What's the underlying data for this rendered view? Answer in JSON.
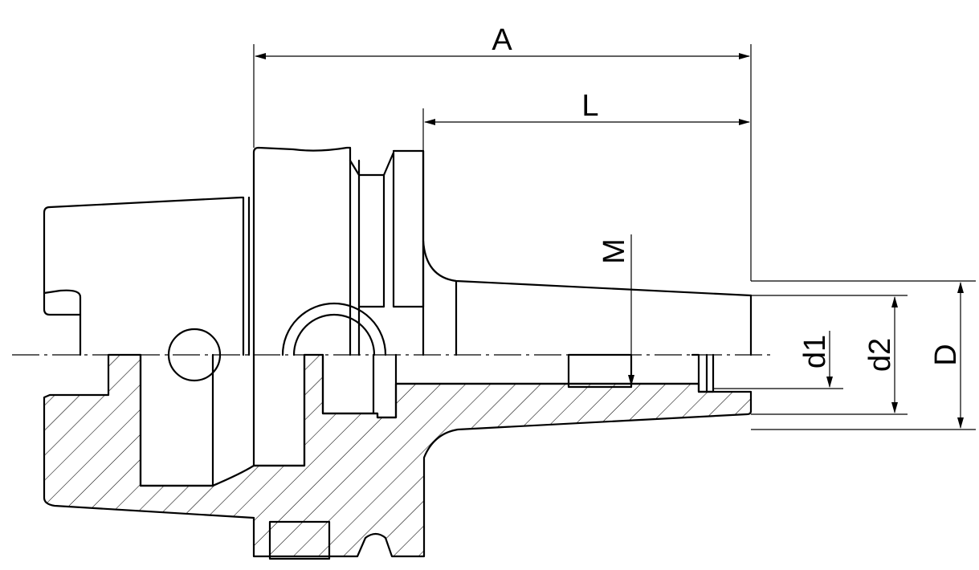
{
  "dimensions": {
    "A": "A",
    "L": "L",
    "M": "M",
    "d1": "d1",
    "d2": "d2",
    "D": "D"
  }
}
